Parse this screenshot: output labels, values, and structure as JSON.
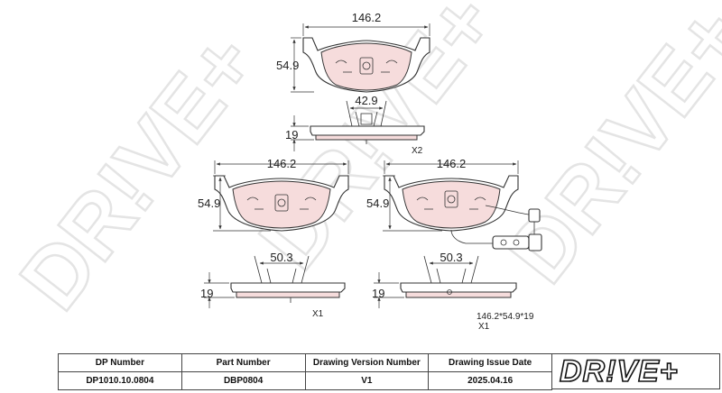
{
  "watermark": {
    "brand": "DR!VE+"
  },
  "dimensions": {
    "top_width": "146.2",
    "top_height": "54.9",
    "top_clip_width": "42.9",
    "top_thickness": "19",
    "top_quantity": "X2",
    "left_width": "146.2",
    "left_height": "54.9",
    "left_clip_width": "50.3",
    "left_thickness": "19",
    "left_quantity": "X1",
    "right_width": "146.2",
    "right_height": "54.9",
    "right_clip_width": "50.3",
    "right_thickness": "19",
    "right_summary": "146.2*54.9*19",
    "right_quantity": "X1"
  },
  "title_block": {
    "headers": [
      "DP Number",
      "Part Number",
      "Drawing Version Number",
      "Drawing Issue Date"
    ],
    "values": [
      "DP1010.10.0804",
      "DBP0804",
      "V1",
      "2025.04.16"
    ],
    "logo": "DR!VE+"
  }
}
